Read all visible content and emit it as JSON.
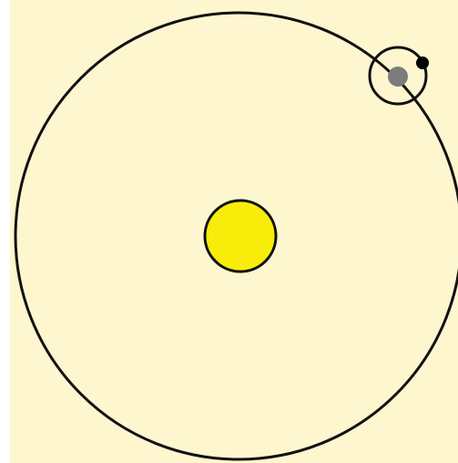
{
  "colors": {
    "page": "#ffffff",
    "background": "#fdf6cf",
    "orbit_stroke": "#111111",
    "sun_fill": "#f8ec0a",
    "sun_stroke": "#111111",
    "planet_fill": "#7c7c7c",
    "moon_fill": "#000000"
  },
  "objects": {
    "sun": "sun",
    "planet": "planet",
    "planet_orbit": "planet-orbit",
    "moon": "moon",
    "moon_orbit": "moon-orbit"
  }
}
